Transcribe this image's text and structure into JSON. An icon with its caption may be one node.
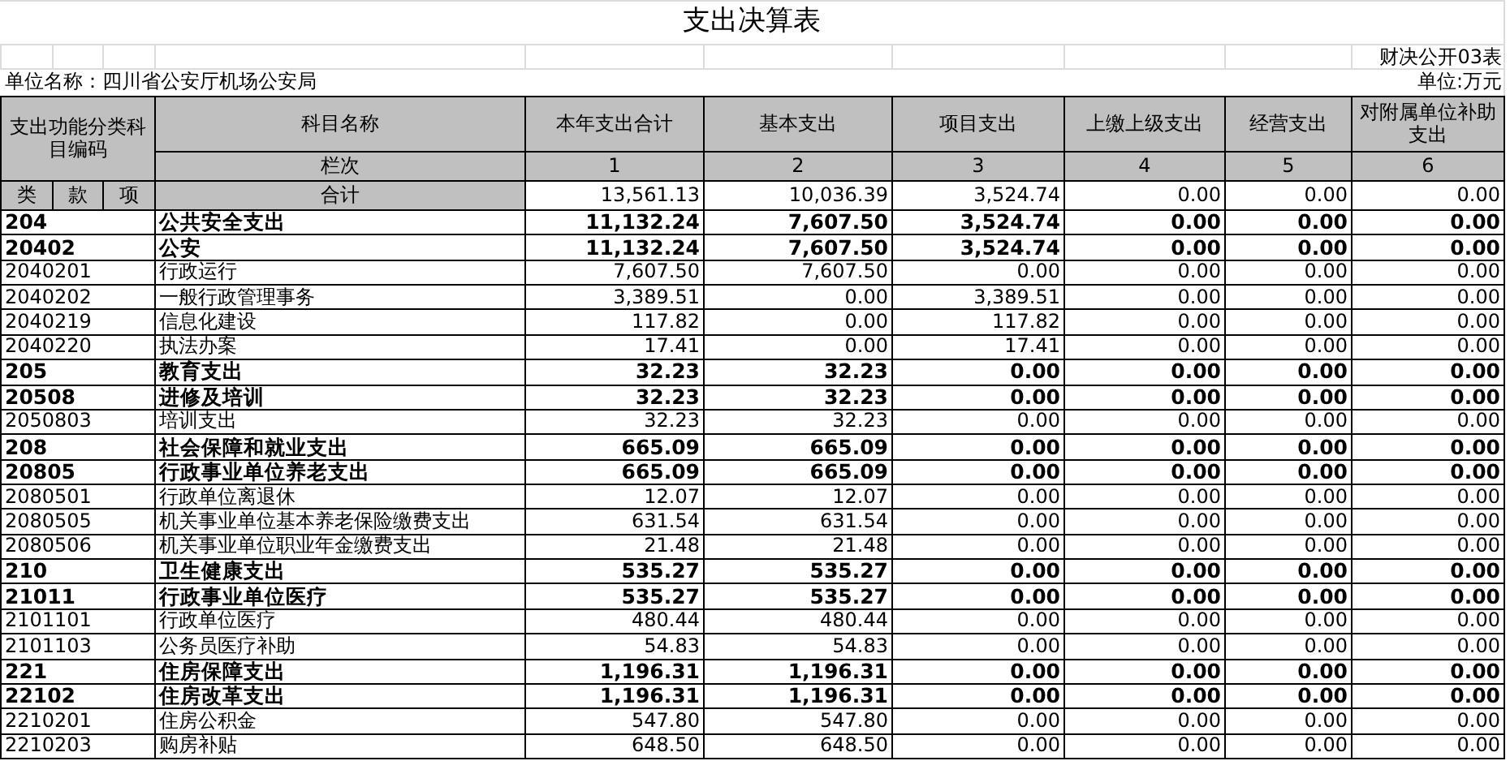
{
  "diagram": {
    "title": "支出决算表",
    "labels": [
      "财决公开03表",
      "单位名称：四川省公安厅机场公安局",
      "单位:万元",
      "支出功能分类科目编码",
      "科目名称",
      "本年支出合计",
      "基本支出",
      "项目支出",
      "上缴上级支出",
      "经营支出",
      "对附属单位补助支出",
      "栏次",
      "1",
      "2",
      "3",
      "4",
      "5",
      "6",
      "类",
      "款",
      "项",
      "合计",
      "13,561.13",
      "10,036.39",
      "3,524.74",
      "0.00",
      "0.00",
      "0.00",
      "204",
      "公共安全支出",
      "11,132.24",
      "7,607.50",
      "3,524.74",
      "0.00",
      "0.00",
      "0.00",
      "20402",
      "公安",
      "11,132.24",
      "7,607.50",
      "3,524.74",
      "0.00",
      "0.00",
      "0.00",
      "2040201",
      "行政运行",
      "7,607.50",
      "7,607.50",
      "0.00",
      "0.00",
      "0.00",
      "0.00",
      "2040202",
      "一般行政管理事务",
      "3,389.51",
      "0.00",
      "3,389.51",
      "0.00",
      "0.00",
      "0.00",
      "2040219",
      "信息化建设",
      "117.82",
      "0.00",
      "117.82",
      "0.00",
      "0.00",
      "0.00",
      "2040220",
      "执法办案",
      "17.41",
      "0.00",
      "17.41",
      "0.00",
      "0.00",
      "0.00",
      "205",
      "教育支出",
      "32.23",
      "32.23",
      "0.00",
      "0.00",
      "0.00",
      "0.00",
      "20508",
      "进修及培训",
      "32.23",
      "32.23",
      "0.00",
      "0.00",
      "0.00",
      "0.00",
      "2050803",
      "培训支出",
      "32.23",
      "32.23",
      "0.00",
      "0.00",
      "0.00",
      "0.00",
      "208",
      "社会保障和就业支出",
      "665.09",
      "665.09",
      "0.00",
      "0.00",
      "0.00",
      "0.00",
      "20805",
      "行政事业单位养老支出",
      "665.09",
      "665.09",
      "0.00",
      "0.00",
      "0.00",
      "0.00",
      "2080501",
      "行政单位离退休",
      "12.07",
      "12.07",
      "0.00",
      "0.00",
      "0.00",
      "0.00",
      "2080505",
      "机关事业单位基本养老保险缴费支出",
      "631.54",
      "631.54",
      "0.00",
      "0.00",
      "0.00",
      "0.00",
      "2080506",
      "机关事业单位职业年金缴费支出",
      "21.48",
      "21.48",
      "0.00",
      "0.00",
      "0.00",
      "0.00",
      "210",
      "卫生健康支出",
      "535.27",
      "535.27",
      "0.00",
      "0.00",
      "0.00",
      "0.00",
      "21011",
      "行政事业单位医疗",
      "535.27",
      "535.27",
      "0.00",
      "0.00",
      "0.00",
      "0.00",
      "2101101",
      "行政单位医疗",
      "480.44",
      "480.44",
      "0.00",
      "0.00",
      "0.00",
      "0.00",
      "2101103",
      "公务员医疗补助",
      "54.83",
      "54.83",
      "0.00",
      "0.00",
      "0.00",
      "0.00",
      "221",
      "住房保障支出",
      "1,196.31",
      "1,196.31",
      "0.00",
      "0.00",
      "0.00",
      "0.00",
      "22102",
      "住房改革支出",
      "1,196.31",
      "1,196.31",
      "0.00",
      "0.00",
      "0.00",
      "0.00",
      "2210201",
      "住房公积金",
      "547.80",
      "547.80",
      "0.00",
      "0.00",
      "0.00",
      "0.00",
      "2210203",
      "购房补贴",
      "648.50",
      "648.50",
      "0.00",
      "0.00",
      "0.00",
      "0.00"
    ]
  }
}
